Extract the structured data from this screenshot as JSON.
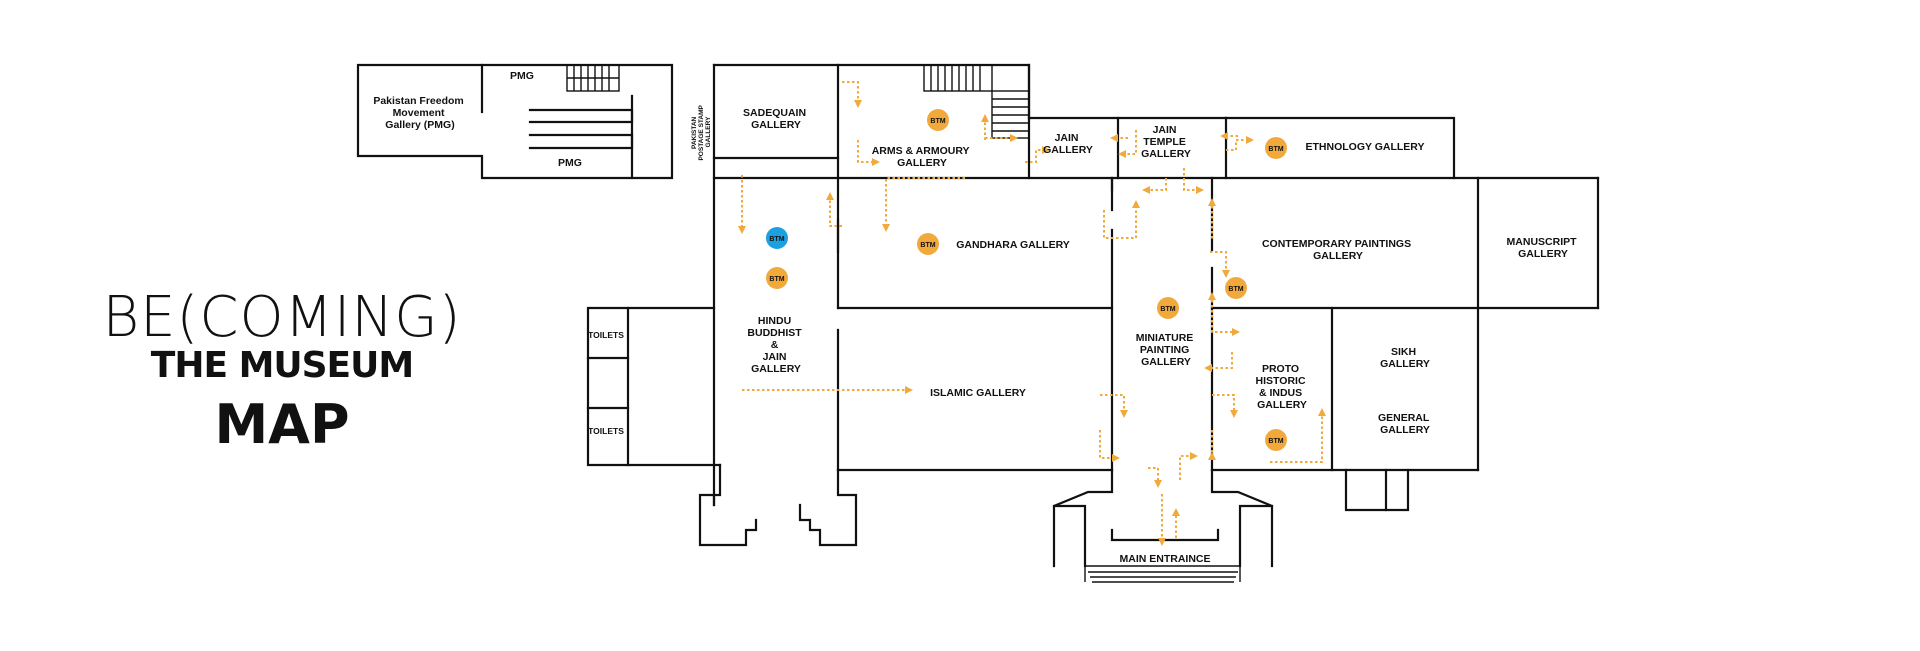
{
  "title": {
    "line1": "BE(COMING)",
    "line2": "THE MUSEUM",
    "line3": "MAP"
  },
  "colors": {
    "wall": "#111111",
    "route": "#F2A93B",
    "marker": "#F2A93B",
    "marker_special": "#1BA1E2"
  },
  "rooms": {
    "pmg_gallery": [
      "Pakistan Freedom",
      "Movement",
      "Gallery (PMG)"
    ],
    "pmg_top": "PMG",
    "pmg_bottom": "PMG",
    "postage_stamp": [
      "PAKISTAN",
      "POSTAGE STAMP",
      "GALLERY"
    ],
    "sadequain": [
      "SADEQUAIN",
      "GALLERY"
    ],
    "arms": [
      "ARMS & ARMOURY",
      "GALLERY"
    ],
    "jain": [
      "JAIN",
      "GALLERY"
    ],
    "jain_temple": [
      "JAIN",
      "TEMPLE",
      "GALLERY"
    ],
    "ethnology": "ETHNOLOGY GALLERY",
    "gandhara": "GANDHARA GALLERY",
    "contemporary": [
      "CONTEMPORARY PAINTINGS",
      "GALLERY"
    ],
    "manuscript": [
      "MANUSCRIPT",
      "GALLERY"
    ],
    "toilets_top": "TOILETS",
    "toilets_bottom": "TOILETS",
    "hindu": [
      "HINDU",
      "BUDDHIST",
      "&",
      "JAIN",
      "GALLERY"
    ],
    "islamic": "ISLAMIC GALLERY",
    "miniature": [
      "MINIATURE",
      "PAINTING",
      "GALLERY"
    ],
    "proto": [
      "PROTO",
      "HISTORIC",
      "& INDUS",
      "GALLERY"
    ],
    "sikh": [
      "SIKH",
      "GALLERY"
    ],
    "general": [
      "GENERAL",
      "GALLERY"
    ],
    "main_entrance": "MAIN ENTRAINCE"
  },
  "markers": {
    "label": "BTM",
    "items": [
      {
        "name": "btm-arms",
        "special": false
      },
      {
        "name": "btm-ethnology",
        "special": false
      },
      {
        "name": "btm-hindu-blue",
        "special": true
      },
      {
        "name": "btm-hindu",
        "special": false
      },
      {
        "name": "btm-gandhara",
        "special": false
      },
      {
        "name": "btm-miniature",
        "special": false
      },
      {
        "name": "btm-contemporary",
        "special": false
      },
      {
        "name": "btm-proto",
        "special": false
      }
    ]
  }
}
